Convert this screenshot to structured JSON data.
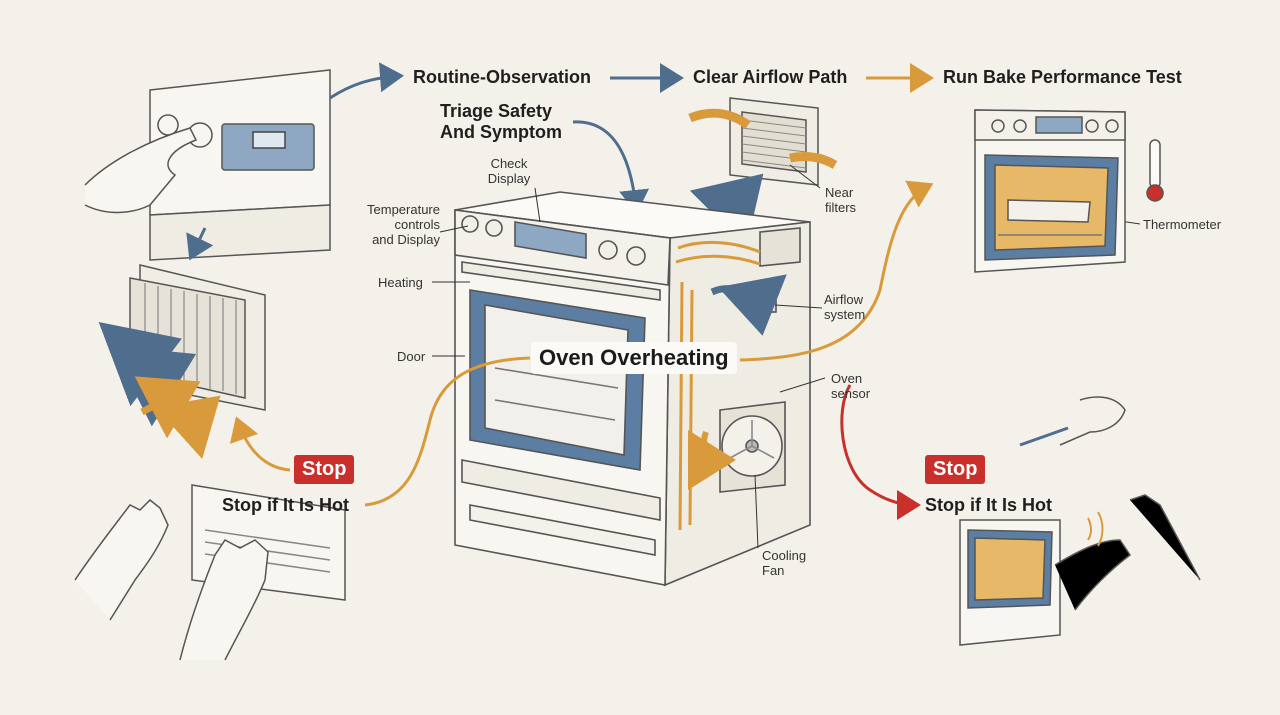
{
  "steps": {
    "routine": "Routine-Observation",
    "airflow": "Clear Airflow Path",
    "bake_test": "Run Bake Performance Test",
    "triage": "Triage Safety\nAnd Symptom"
  },
  "central": "Oven Overheating",
  "labels": {
    "check_display": "Check\nDisplay",
    "temp_controls": "Temperature\ncontrols\nand Display",
    "heating": "Heating",
    "door": "Door",
    "near_filters": "Near\nfilters",
    "airflow_system": "Airflow\nsystem",
    "oven_sensor": "Oven\nsensor",
    "cooling_fan": "Cooling\nFan",
    "thermometer": "Thermometer"
  },
  "stop_left": {
    "badge": "Stop",
    "text": "Stop if It Is Hot"
  },
  "stop_right": {
    "badge": "Stop",
    "text": "Stop if It Is Hot"
  },
  "colors": {
    "background": "#f4f1ea",
    "blue_arrow": "#4f6d8c",
    "orange_arrow": "#d99a3c",
    "red_arrow": "#c9302c",
    "oven_window": "#5c7ea3",
    "stop_badge": "#c9302c"
  }
}
